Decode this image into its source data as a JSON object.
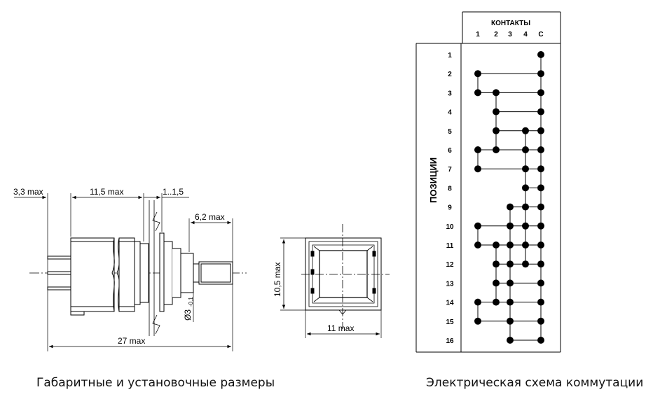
{
  "left_drawing": {
    "dim_3_3": "3,3 max",
    "dim_11_5": "11,5 max",
    "dim_1_1_5": "1..1,5",
    "dim_6_2": "6,2 max",
    "dim_diam_main": "Ø3",
    "dim_diam_sub": "-0,1",
    "dim_27": "27 max"
  },
  "front_view": {
    "dim_height": "10,5 max",
    "dim_width": "11 max"
  },
  "table": {
    "header": "КОНТАКТЫ",
    "contacts": [
      "1",
      "2",
      "3",
      "4",
      "С"
    ],
    "axis_label": "ПОЗИЦИИ",
    "positions": [
      "1",
      "2",
      "3",
      "4",
      "5",
      "6",
      "7",
      "8",
      "9",
      "10",
      "11",
      "12",
      "13",
      "14",
      "15",
      "16"
    ],
    "connections": [
      [
        5
      ],
      [
        1,
        5
      ],
      [
        1,
        2,
        5
      ],
      [
        2,
        5
      ],
      [
        2,
        4,
        5
      ],
      [
        1,
        2,
        4,
        5
      ],
      [
        1,
        4,
        5
      ],
      [
        4,
        5
      ],
      [
        3,
        4,
        5
      ],
      [
        1,
        3,
        4,
        5
      ],
      [
        1,
        2,
        3,
        4,
        5
      ],
      [
        2,
        3,
        4,
        5
      ],
      [
        2,
        3,
        5
      ],
      [
        1,
        2,
        3,
        5
      ],
      [
        1,
        3,
        5
      ],
      [
        3,
        5
      ]
    ]
  },
  "captions": {
    "left": "Габаритные и установочные размеры",
    "right": "Электрическая схема коммутации"
  }
}
